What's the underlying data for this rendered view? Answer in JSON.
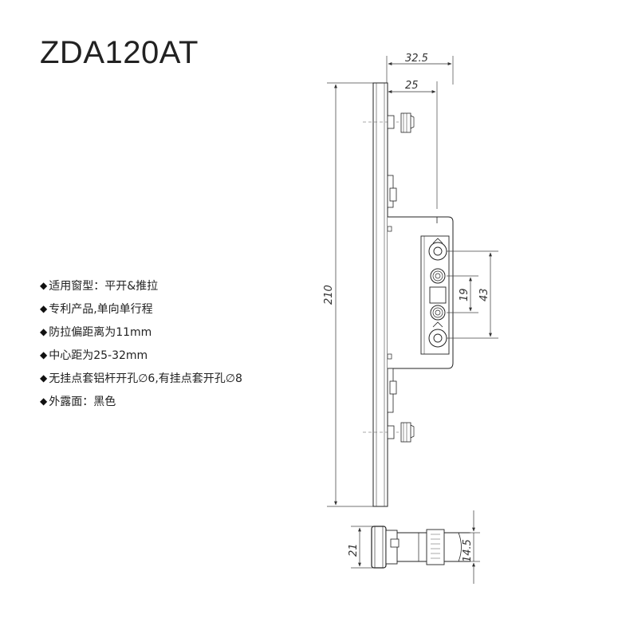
{
  "title": "ZDA120AT",
  "specs": [
    {
      "bullet": "◆",
      "text": "适用窗型：平开&推拉"
    },
    {
      "bullet": "◆",
      "text": "专利产品,单向单行程"
    },
    {
      "bullet": "◆",
      "text": "防拉偏距离为11mm"
    },
    {
      "bullet": "◆",
      "text": "中心距为25-32mm"
    },
    {
      "bullet": "◆",
      "text": "无挂点套铝杆开孔∅6,有挂点套开孔∅8"
    },
    {
      "bullet": "◆",
      "text": "外露面：黑色"
    }
  ],
  "dimensions": {
    "width_outer": "32.5",
    "width_inner": "25",
    "height_total": "210",
    "hole_spacing_small": "19",
    "hole_spacing_large": "43",
    "side_height": "21",
    "side_barrel": "14.5"
  }
}
